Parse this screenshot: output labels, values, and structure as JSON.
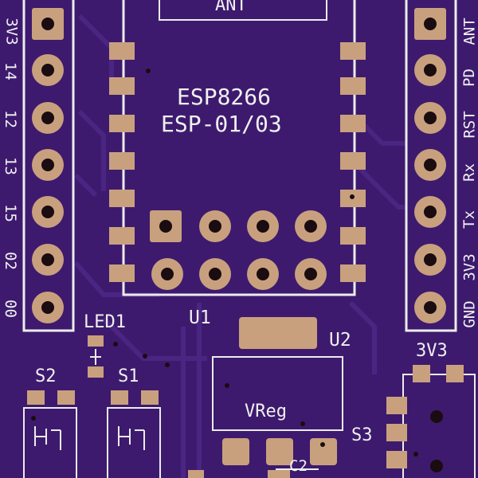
{
  "module": {
    "antenna_label": "ANT",
    "chip_title": "ESP8266",
    "chip_subtitle": "ESP-01/03",
    "ref": "U1"
  },
  "left_header": {
    "pins": [
      "3V3",
      "14",
      "12",
      "13",
      "15",
      "02",
      "00"
    ]
  },
  "right_header": {
    "pins": [
      "ANT",
      "PD",
      "RST",
      "Rx",
      "Tx",
      "3V3",
      "GND"
    ]
  },
  "components": {
    "led_ref": "LED1",
    "s2_ref": "S2",
    "s1_ref": "S1",
    "u2_ref": "U2",
    "vreg_label": "VReg",
    "s3_ref": "S3",
    "c2_ref": "C2",
    "header_3v3": "3V3"
  },
  "colors": {
    "board": "#3d1a6e",
    "silkscreen": "#ececec",
    "pad": "#c9a07e",
    "hole": "#1a0c10"
  }
}
